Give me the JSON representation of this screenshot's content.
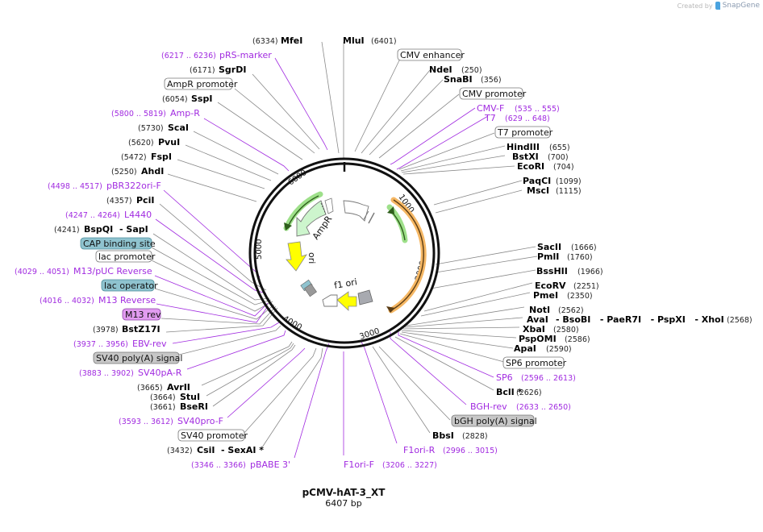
{
  "credit": {
    "prefix": "Created by",
    "brand": "SnapGene"
  },
  "plasmid": {
    "name": "pCMV-hAT-3_XT",
    "length": "6407 bp"
  },
  "colors": {
    "primer": "#a12be0",
    "enzyme_line": "#888888",
    "ampR_fill": "#cdf5cd",
    "ori_fill": "#ffff00",
    "orange_arc": "#f5b764",
    "green_arc": "#9ee08a",
    "cap_fill": "#8fc3cf",
    "m13_fill": "#e19cf0",
    "polyA_fill": "#c7c7c7"
  },
  "ticks": [
    "1000",
    "2000",
    "3000",
    "4000",
    "5000",
    "6000"
  ],
  "features_inside": {
    "ampR": "AmpR",
    "ori": "ori",
    "f1ori": "f1 ori"
  },
  "labels": {
    "mfei": {
      "name": "MfeI",
      "pos": "(6334)"
    },
    "mlui": {
      "name": "MluI",
      "pos": "(6401)"
    },
    "prs": {
      "name": "pRS-marker",
      "pos": "(6217 .. 6236)"
    },
    "sgrdi": {
      "name": "SgrDI",
      "pos": "(6171)"
    },
    "ampr_prom": {
      "name": "AmpR promoter"
    },
    "sspi": {
      "name": "SspI",
      "pos": "(6054)"
    },
    "ampr_primer": {
      "name": "Amp-R",
      "pos": "(5800 .. 5819)"
    },
    "scai": {
      "name": "ScaI",
      "pos": "(5730)"
    },
    "pvui": {
      "name": "PvuI",
      "pos": "(5620)"
    },
    "fspi": {
      "name": "FspI",
      "pos": "(5472)"
    },
    "ahdi": {
      "name": "AhdI",
      "pos": "(5250)"
    },
    "pbr322": {
      "name": "pBR322ori-F",
      "pos": "(4498 .. 4517)"
    },
    "pcii": {
      "name": "PciI",
      "pos": "(4357)"
    },
    "l4440": {
      "name": "L4440",
      "pos": "(4247 .. 4264)"
    },
    "bspqi": {
      "name": "BspQI",
      "extra": "- SapI",
      "pos": "(4241)"
    },
    "cap": {
      "name": "CAP binding site"
    },
    "lacprom": {
      "name": "lac promoter"
    },
    "m13puc": {
      "name": "M13/pUC Reverse",
      "pos": "(4029 .. 4051)"
    },
    "lacop": {
      "name": "lac operator"
    },
    "m13reverse": {
      "name": "M13 Reverse",
      "pos": "(4016 .. 4032)"
    },
    "m13rev": {
      "name": "M13 rev"
    },
    "bstz17i": {
      "name": "BstZ17I",
      "pos": "(3978)"
    },
    "ebvrev": {
      "name": "EBV-rev",
      "pos": "(3937 .. 3956)"
    },
    "sv40pa": {
      "name": "SV40 poly(A) signal"
    },
    "sv40par": {
      "name": "SV40pA-R",
      "pos": "(3883 .. 3902)"
    },
    "avrii": {
      "name": "AvrII",
      "pos": "(3665)"
    },
    "stui": {
      "name": "StuI",
      "pos": "(3664)"
    },
    "bseri": {
      "name": "BseRI",
      "pos": "(3661)"
    },
    "sv40prof": {
      "name": "SV40pro-F",
      "pos": "(3593 .. 3612)"
    },
    "sv40prom": {
      "name": "SV40 promoter"
    },
    "csii": {
      "name": "CsiI",
      "extra": "- SexAI *",
      "pos": "(3432)"
    },
    "pbabe": {
      "name": "pBABE 3'",
      "pos": "(3346 .. 3366)"
    },
    "f1orif": {
      "name": "F1ori-F",
      "pos": "(3206 .. 3227)"
    },
    "f1orir": {
      "name": "F1ori-R",
      "pos": "(2996 .. 3015)"
    },
    "bbsi": {
      "name": "BbsI",
      "pos": "(2828)"
    },
    "bghpa": {
      "name": "bGH poly(A) signal"
    },
    "bghrev": {
      "name": "BGH-rev",
      "pos": "(2633 .. 2650)"
    },
    "bcli": {
      "name": "BclI *",
      "pos": "(2626)"
    },
    "sp6": {
      "name": "SP6",
      "pos": "(2596 .. 2613)"
    },
    "sp6prom": {
      "name": "SP6 promoter"
    },
    "apai": {
      "name": "ApaI",
      "pos": "(2590)"
    },
    "pspomi": {
      "name": "PspOMI",
      "pos": "(2586)"
    },
    "xbai": {
      "name": "XbaI",
      "pos": "(2580)"
    },
    "avai": {
      "name": "AvaI",
      "extra": "- BsoBI   - PaeR7I   - PspXI   - XhoI",
      "pos": "(2568)"
    },
    "noti": {
      "name": "NotI",
      "pos": "(2562)"
    },
    "pmei": {
      "name": "PmeI",
      "pos": "(2350)"
    },
    "ecorv": {
      "name": "EcoRV",
      "pos": "(2251)"
    },
    "bsshii": {
      "name": "BssHII",
      "pos": "(1966)"
    },
    "pmli": {
      "name": "PmlI",
      "pos": "(1760)"
    },
    "sacii": {
      "name": "SacII",
      "pos": "(1666)"
    },
    "msci": {
      "name": "MscI",
      "pos": "(1115)"
    },
    "paqci": {
      "name": "PaqCI",
      "pos": "(1099)"
    },
    "ecori": {
      "name": "EcoRI",
      "pos": "(704)"
    },
    "bstxi": {
      "name": "BstXI",
      "pos": "(700)"
    },
    "hindiii": {
      "name": "HindIII",
      "pos": "(655)"
    },
    "t7prom": {
      "name": "T7 promoter"
    },
    "t7": {
      "name": "T7",
      "pos": "(629 .. 648)"
    },
    "cmvf": {
      "name": "CMV-F",
      "pos": "(535 .. 555)"
    },
    "cmvprom": {
      "name": "CMV promoter"
    },
    "snabi": {
      "name": "SnaBI",
      "pos": "(356)"
    },
    "ndei": {
      "name": "NdeI",
      "pos": "(250)"
    },
    "cmvenh": {
      "name": "CMV enhancer"
    }
  }
}
